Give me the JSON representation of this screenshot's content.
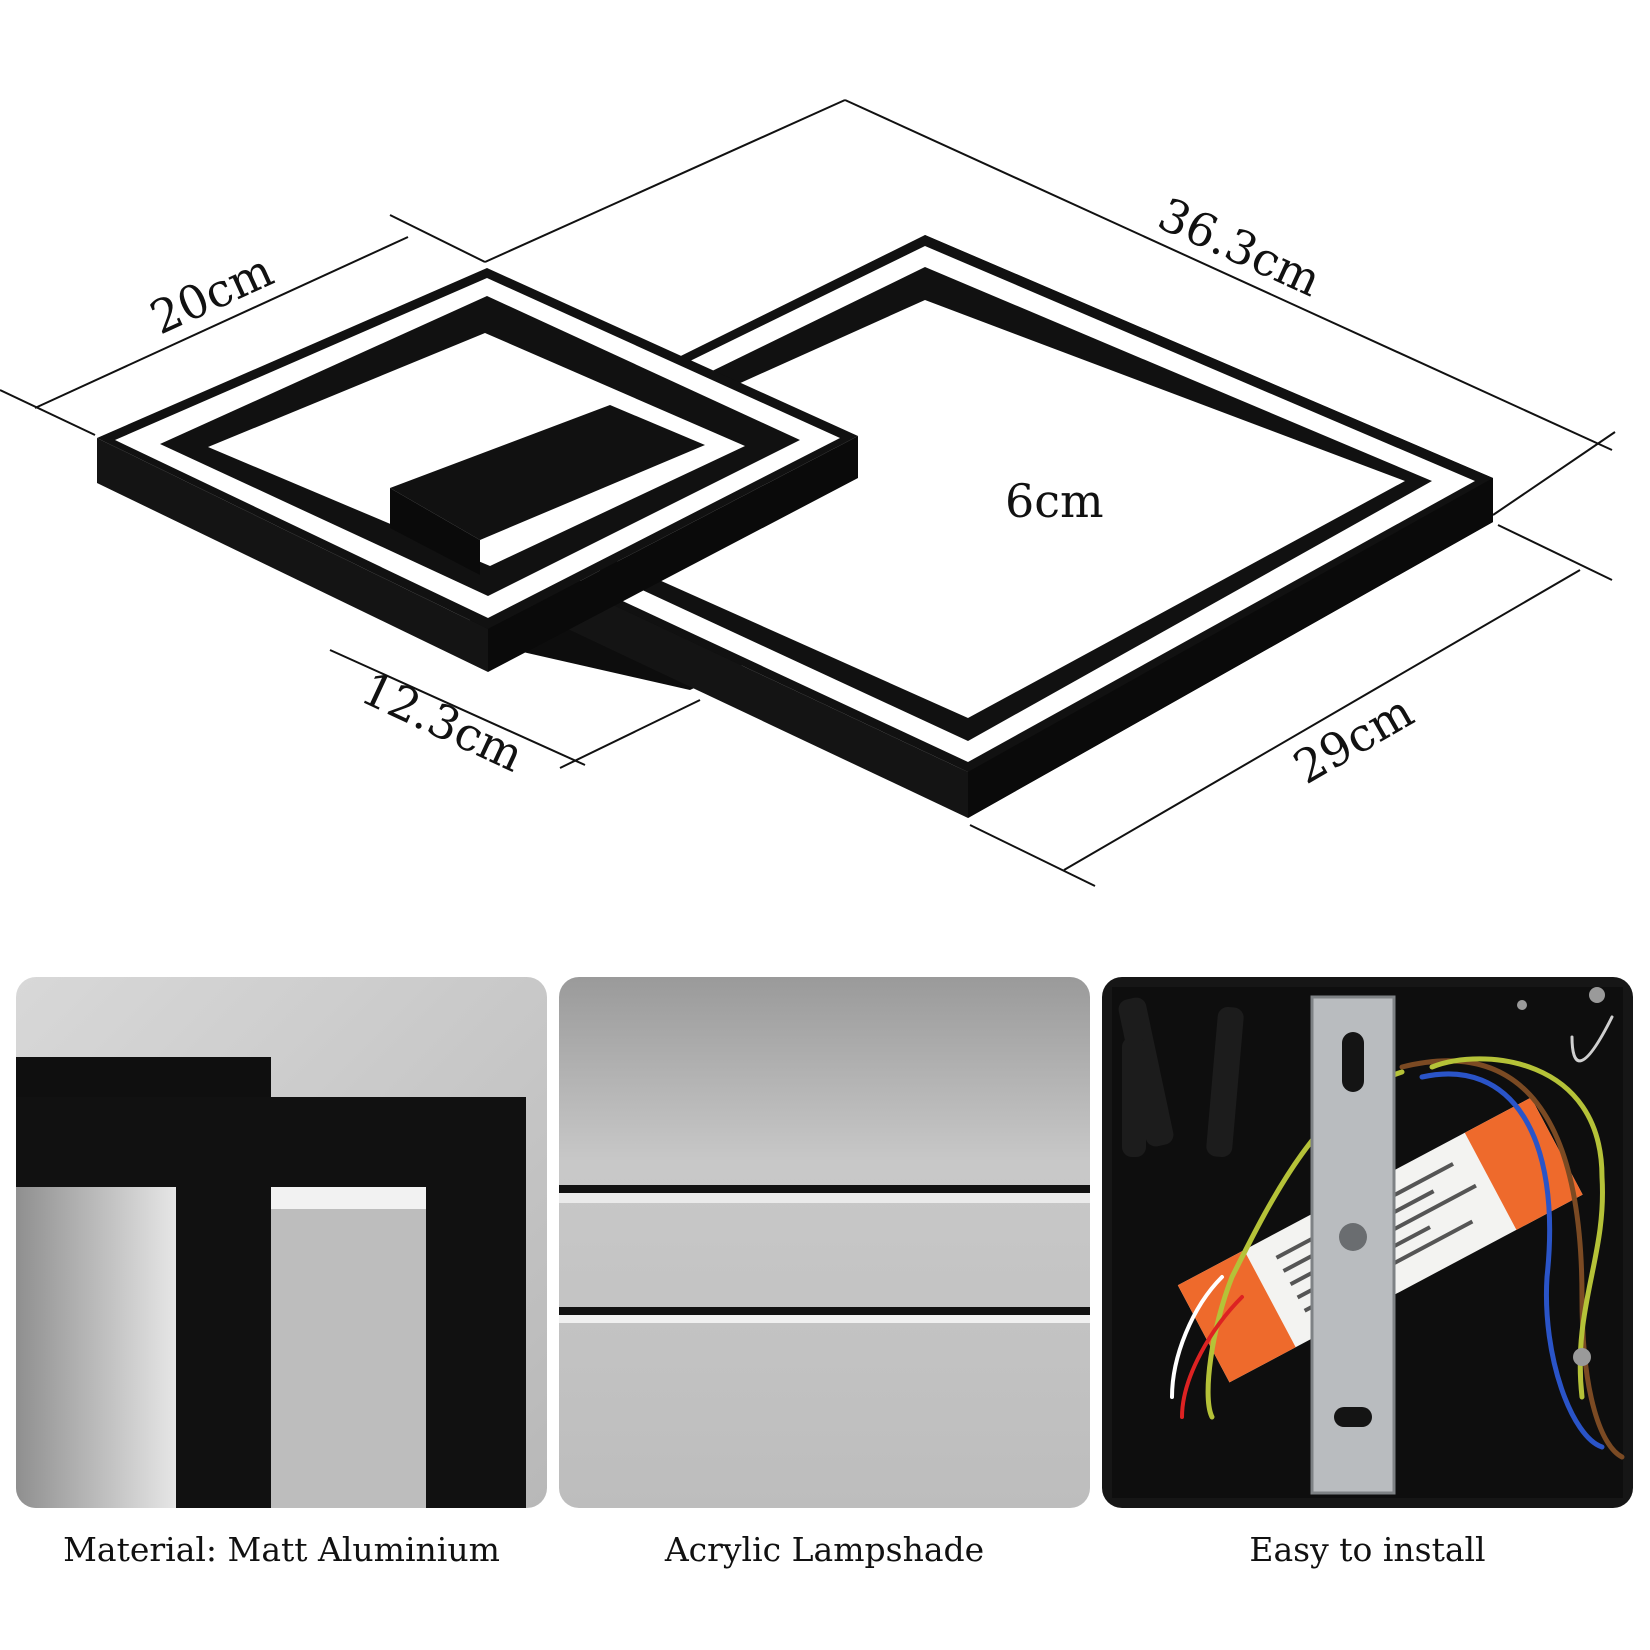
{
  "dimensions": {
    "length": "36.3cm",
    "width": "29cm",
    "small_frame": "20cm",
    "offset": "12.3cm",
    "height": "6cm"
  },
  "features": [
    {
      "caption": "Material: Matt Aluminium"
    },
    {
      "caption": "Acrylic Lampshade"
    },
    {
      "caption": "Easy to install"
    }
  ],
  "colors": {
    "frame": "#111111",
    "diffuser": "#ffffff",
    "orange_terminal": "#ee6a2c",
    "wire_blue": "#2a54c8",
    "wire_brown": "#7b4a23",
    "wire_yellow_green": "#b5c238"
  }
}
